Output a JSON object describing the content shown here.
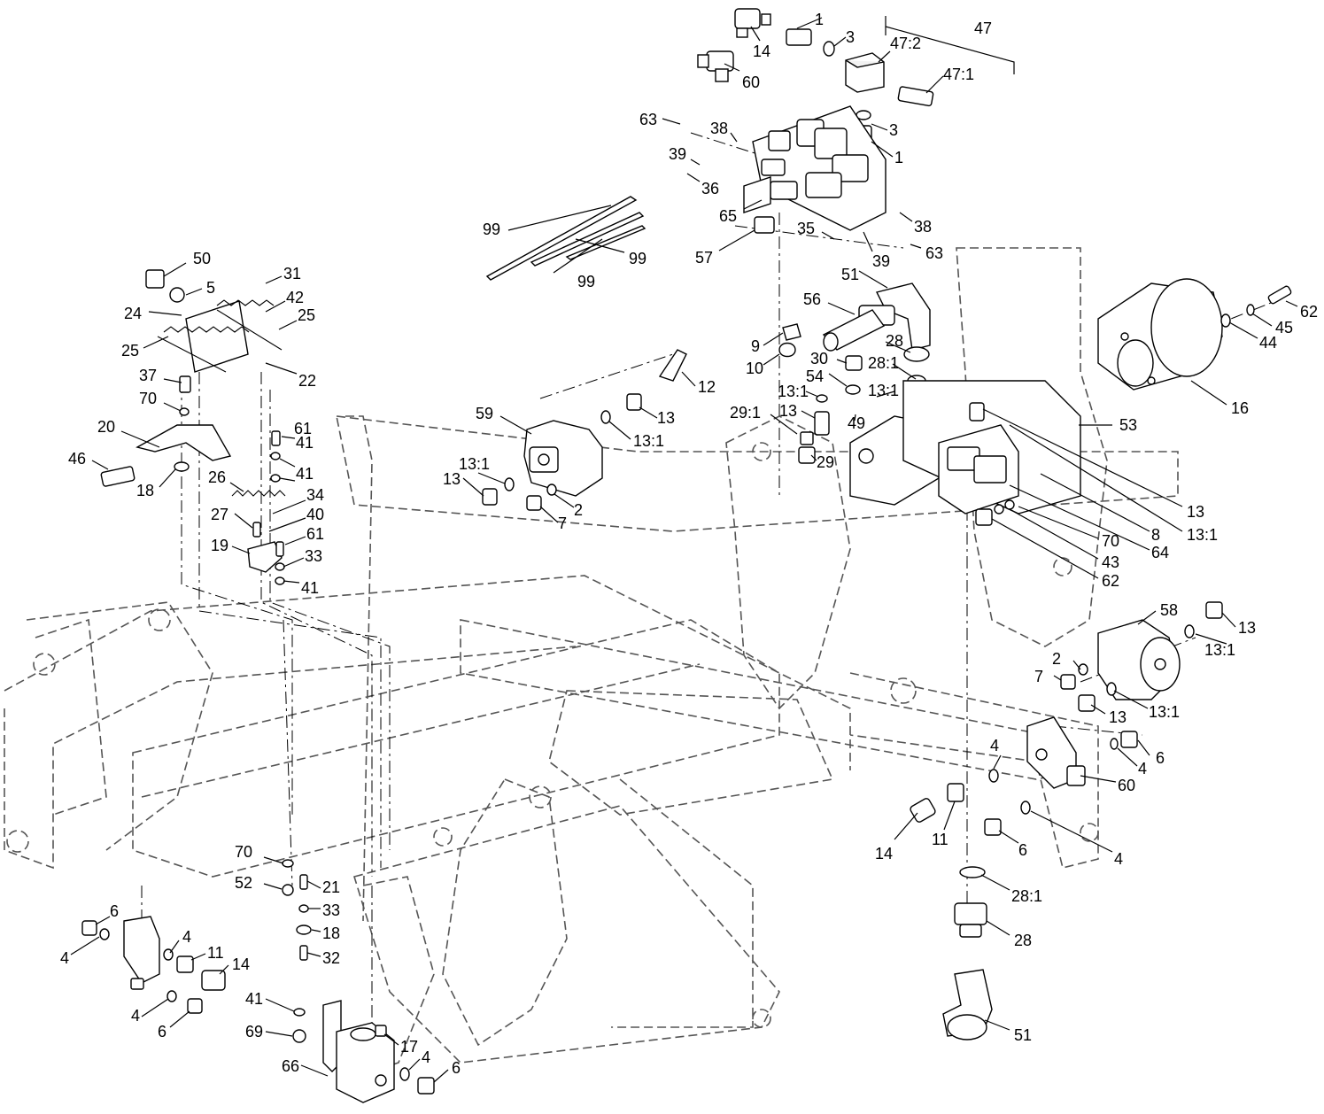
{
  "labels": {
    "l1a": "1",
    "l14a": "14",
    "l3a": "3",
    "l47": "47",
    "l472": "47:2",
    "l471": "47:1",
    "l60a": "60",
    "l63a": "63",
    "l38a": "38",
    "l3b": "3",
    "l1b": "1",
    "l39a": "39",
    "l36": "36",
    "l65": "65",
    "l57": "57",
    "l35": "35",
    "l38b": "38",
    "l39b": "39",
    "l63b": "63",
    "l99a": "99",
    "l99b": "99",
    "l99c": "99",
    "l50": "50",
    "l5": "5",
    "l31": "31",
    "l42": "42",
    "l24": "24",
    "l25a": "25",
    "l25b": "25",
    "l22": "22",
    "l37": "37",
    "l70a": "70",
    "l20": "20",
    "l46": "46",
    "l18a": "18",
    "l61a": "61",
    "l41a": "41",
    "l41b": "41",
    "l26": "26",
    "l34": "34",
    "l27": "27",
    "l40": "40",
    "l61b": "61",
    "l19": "19",
    "l33a": "33",
    "l41c": "41",
    "l12": "12",
    "l59": "59",
    "l13a": "13",
    "l131a": "13:1",
    "l131b": "13:1",
    "l13b": "13",
    "l2a": "2",
    "l7a": "7",
    "l51a": "51",
    "l56": "56",
    "l9": "9",
    "l10": "10",
    "l28a": "28",
    "l30": "30",
    "l281a": "28:1",
    "l54": "54",
    "l131c": "13:1",
    "l131d": "13:1",
    "l13c": "13",
    "l49": "49",
    "l291": "29:1",
    "l29": "29",
    "l53": "53",
    "l16": "16",
    "l62a": "62",
    "l45": "45",
    "l44": "44",
    "l13d": "13",
    "l131e": "13:1",
    "l8": "8",
    "l64": "64",
    "l70b": "70",
    "l43": "43",
    "l62b": "62",
    "l58": "58",
    "l13e": "13",
    "l131f": "13:1",
    "l2b": "2",
    "l7b": "7",
    "l13f": "13",
    "l131g": "13:1",
    "l4a": "4",
    "l6a": "6",
    "l4b": "4",
    "l60b": "60",
    "l14b": "14",
    "l11a": "11",
    "l6b": "6",
    "l4c": "4",
    "l281b": "28:1",
    "l28b": "28",
    "l51b": "51",
    "l70c": "70",
    "l52": "52",
    "l21": "21",
    "l33b": "33",
    "l18b": "18",
    "l32": "32",
    "l6c": "6",
    "l4d": "4",
    "l4e": "4",
    "l11b": "11",
    "l14c": "14",
    "l4f": "4",
    "l6d": "6",
    "l41d": "41",
    "l69": "69",
    "l17": "17",
    "l66": "66",
    "l4g": "4",
    "l6e": "6"
  }
}
